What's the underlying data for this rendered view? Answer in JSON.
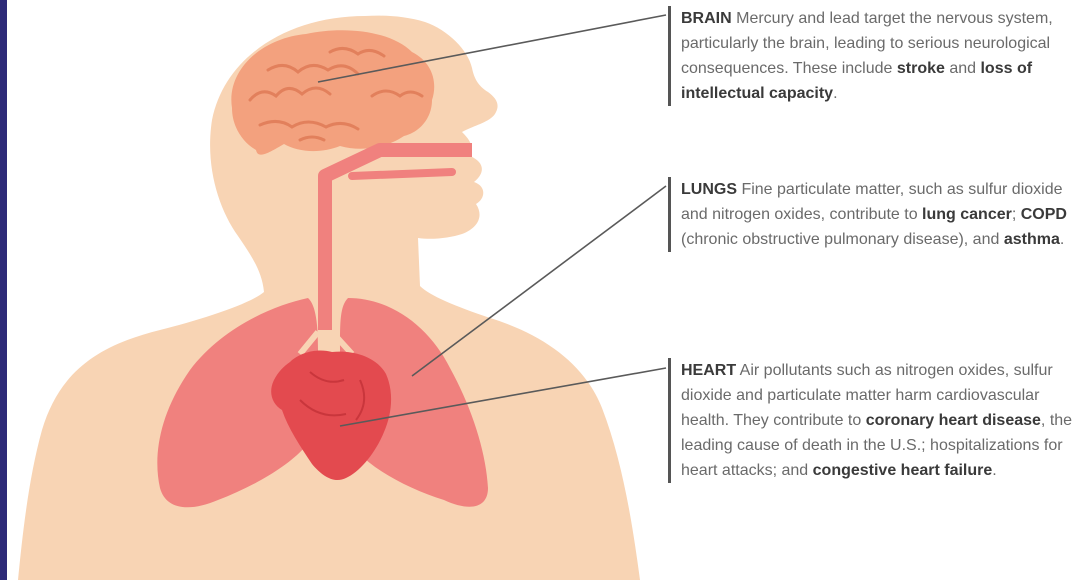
{
  "colors": {
    "skin": "#f8d4b4",
    "brain": "#f3a17e",
    "lung": "#f0817e",
    "heart": "#e34a4f",
    "leader_line": "#5a5a5a",
    "left_border": "#2e2a78"
  },
  "callouts": {
    "brain": {
      "title": "BRAIN",
      "t1": " Mercury and lead target the nervous system, particularly the brain, leading to serious neurological consequences.  These include ",
      "b1": "stroke",
      "t2": " and ",
      "b2": "loss of intellectual capacity",
      "t3": "."
    },
    "lungs": {
      "title": "LUNGS",
      "t1": " Fine particulate matter, such as sulfur dioxide and nitrogen oxides, contribute to ",
      "b1": "lung cancer",
      "t2": "; ",
      "b2": "COPD",
      "t3": " (chronic obstructive pulmonary disease), and ",
      "b3": "asthma",
      "t4": "."
    },
    "heart": {
      "title": "HEART",
      "t1": " Air pollutants such as nitrogen oxides, sulfur dioxide and particulate matter harm cardiovascular health.  They contribute to ",
      "b1": "coronary heart disease",
      "t2": ", the leading cause of death in the U.S.; hospitalizations for heart attacks; and ",
      "b2": "congestive heart failure",
      "t3": "."
    }
  }
}
